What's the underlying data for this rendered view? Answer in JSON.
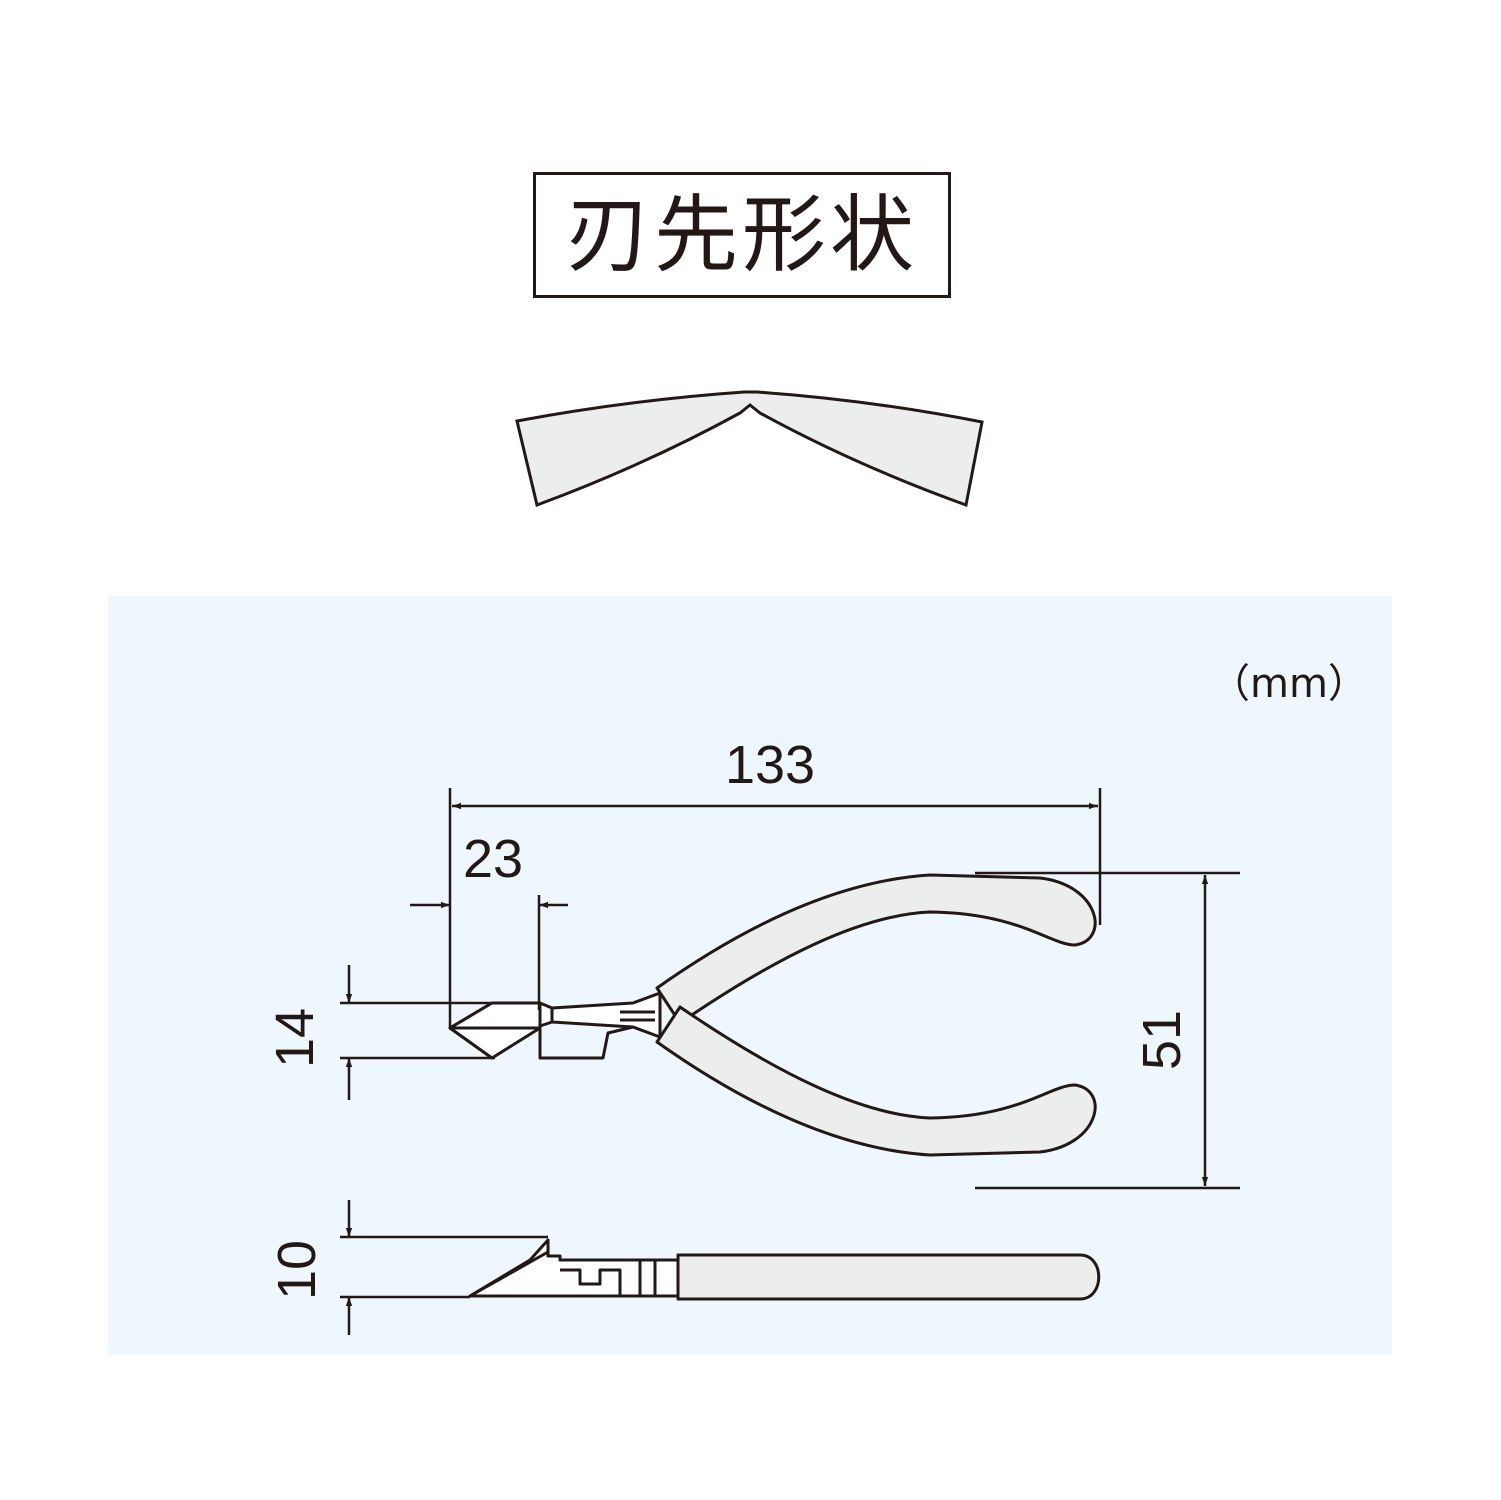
{
  "title": "刃先形状",
  "unit_label": "（mm）",
  "dimensions": {
    "overall_length": "133",
    "jaw_length": "23",
    "head_height": "14",
    "handle_span": "51",
    "thickness": "10"
  }
}
